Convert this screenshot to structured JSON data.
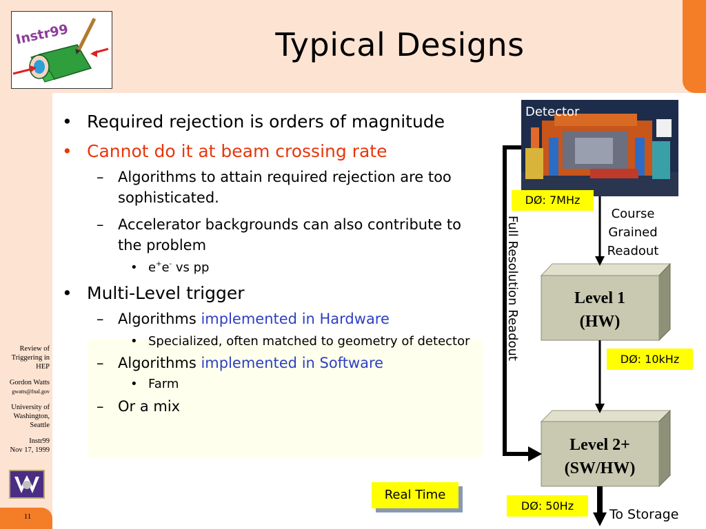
{
  "slide": {
    "title": "Typical Designs",
    "page_number": "11"
  },
  "logo": {
    "text": "Instr99"
  },
  "sidebar": {
    "line1": "Review of",
    "line2": "Triggering in",
    "line3": "HEP",
    "author": "Gordon Watts",
    "email": "gwatts@fnal.gov",
    "org1": "University of",
    "org2": "Washington,",
    "org3": "Seattle",
    "conf": "Instr99",
    "date": "Nov 17, 1999"
  },
  "bullets": {
    "b1": "Required rejection is orders of magnitude",
    "b2": "Cannot do it at beam crossing rate",
    "b2_sub1": "Algorithms to attain required rejection are too sophisticated.",
    "b2_sub2": "Accelerator backgrounds can also contribute to the problem",
    "b2_sub2_sub1_e": "e",
    "b2_sub2_sub1_plus": "+",
    "b2_sub2_sub1_minus": "-",
    "b2_sub2_sub1_rest": " vs pp",
    "b3": "Multi-Level trigger",
    "b3_sub1_prefix": "Algorithms ",
    "b3_sub1_highlight": "implemented in Hardware",
    "b3_sub1_sub1": "Specialized, often matched to geometry of detector",
    "b3_sub2_prefix": "Algorithms ",
    "b3_sub2_highlight": "implemented in Software",
    "b3_sub2_sub1": "Farm",
    "b3_sub3": "Or a mix",
    "bullet_char": "•",
    "dash_char": "–"
  },
  "diagram": {
    "detector_label": "Detector",
    "rate_detector": "DØ: 7MHz",
    "course_line1": "Course",
    "course_line2": "Grained",
    "course_line3": "Readout",
    "full_res_label": "Full Resolution Readout",
    "level1_line1": "Level 1",
    "level1_line2": "(HW)",
    "rate_level1": "DØ: 10kHz",
    "level2_line1": "Level 2+",
    "level2_line2": "(SW/HW)",
    "rate_level2": "DØ: 50Hz",
    "storage_label": "To Storage",
    "realtime_label": "Real Time"
  },
  "colors": {
    "background": "#fde3d2",
    "accent_orange": "#f47d27",
    "red_text": "#e8360c",
    "blue_text": "#2c3fc4",
    "rate_box": "#ffff00",
    "level_box": "#c8c9b0"
  }
}
